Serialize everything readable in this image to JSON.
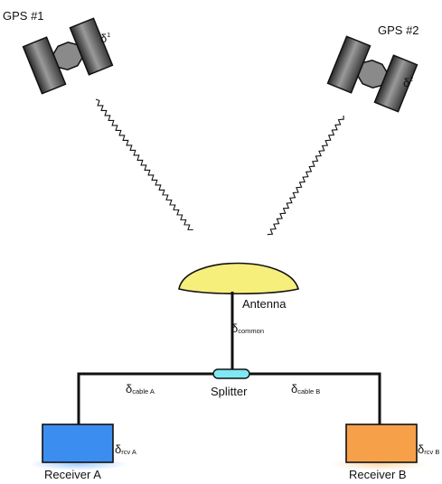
{
  "satellites": [
    {
      "label": "GPS #1",
      "delta_symbol": "δ",
      "delta_index": "1"
    },
    {
      "label": "GPS #2",
      "delta_symbol": "δ",
      "delta_index": "2"
    }
  ],
  "antenna": {
    "label": "Antenna",
    "color": "#f7ef7c"
  },
  "splitter": {
    "label": "Splitter",
    "color": "#7fe8f2"
  },
  "deltas": {
    "common": {
      "symbol": "δ",
      "sub": "common"
    },
    "cable_a": {
      "symbol": "δ",
      "sub": "cable A"
    },
    "cable_b": {
      "symbol": "δ",
      "sub": "cable B"
    },
    "rcv_a": {
      "symbol": "δ",
      "sub": "rcv A"
    },
    "rcv_b": {
      "symbol": "δ",
      "sub": "rcv B"
    }
  },
  "receivers": [
    {
      "label": "Receiver A",
      "color": "#3c8df0"
    },
    {
      "label": "Receiver B",
      "color": "#f6a04a"
    }
  ]
}
